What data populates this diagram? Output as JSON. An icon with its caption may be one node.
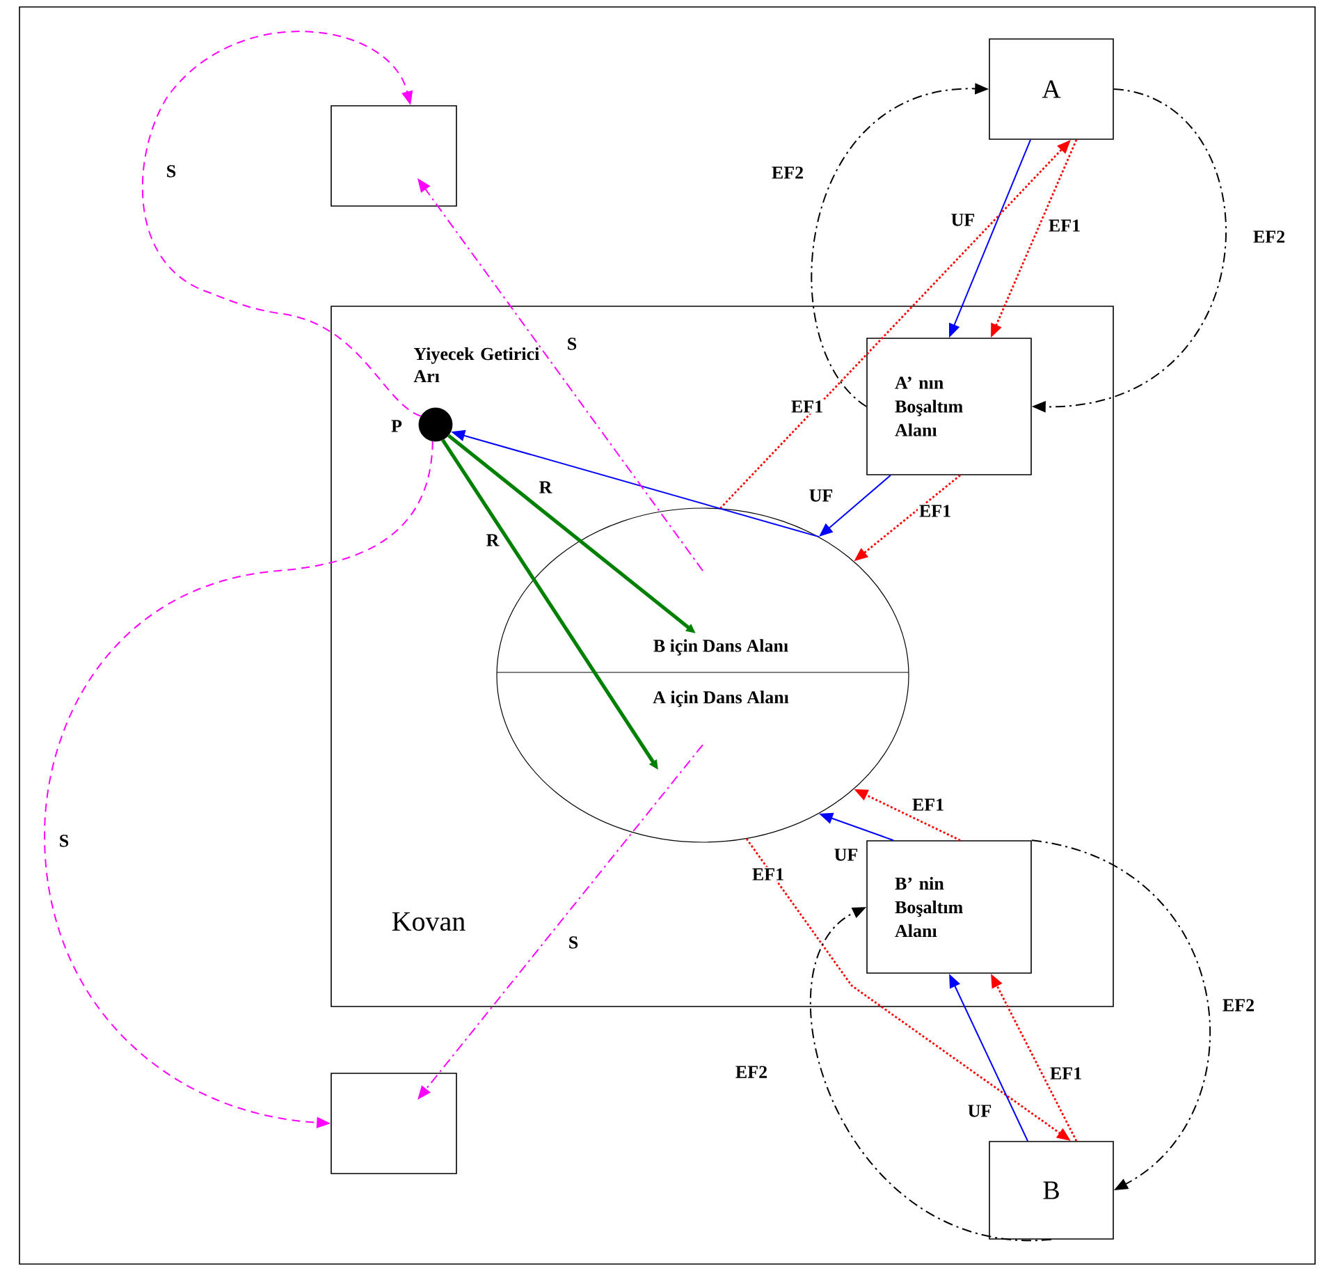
{
  "diagram": {
    "nodes": [
      {
        "text": [
          "Kovan"
        ]
      },
      {
        "text": [],
        "shape": "box"
      },
      {
        "text": [],
        "shape": "box"
      },
      {
        "text": [
          "A"
        ]
      },
      {
        "text": [
          "B"
        ]
      },
      {
        "text": [
          "A’ nın Boşaltım Alanı"
        ],
        "in": 0
      },
      {
        "text": [
          "B’ nin Boşaltım Alanı"
        ],
        "in": 0
      },
      {
        "text": [
          "B için Dans Alanı",
          "A için Dans Alanı"
        ],
        "in": 0
      },
      {
        "text": [],
        "shape": "circle",
        "in": 0,
        "beside": [
          "P",
          "Yiyecek Getirici Arı"
        ]
      }
    ],
    "edges": [
      {
        "from": 3,
        "to": 5,
        "arrow": "to",
        "label": "UF",
        "color": "#0000ff"
      },
      {
        "from": 3,
        "to": 5,
        "arrow": "to",
        "label": "EF1",
        "style": "dashed",
        "color": "#ff0000"
      },
      {
        "from": 7,
        "to": 3,
        "arrow": "to",
        "label": "EF1",
        "style": "dashed",
        "color": "#ff0000"
      },
      {
        "from": 5,
        "to": 3,
        "arrow": "to",
        "label": "EF2",
        "style": "dashed",
        "color": "#000000"
      },
      {
        "from": 3,
        "to": 5,
        "arrow": "to",
        "label": "EF2",
        "style": "dashed",
        "color": "#000000"
      },
      {
        "from": 5,
        "to": 7,
        "arrow": "to",
        "label": "UF",
        "color": "#0000ff"
      },
      {
        "from": 5,
        "to": 7,
        "arrow": "to",
        "label": "EF1",
        "style": "dashed",
        "color": "#ff0000"
      },
      {
        "from": 7,
        "to": 8,
        "arrow": "to",
        "color": "#0000ff"
      },
      {
        "from": 8,
        "to": 7,
        "arrow": "to",
        "label": "R",
        "style": "thick",
        "color": "#008000"
      },
      {
        "from": 8,
        "to": 7,
        "arrow": "to",
        "label": "R",
        "style": "thick",
        "color": "#008000"
      },
      {
        "from": 6,
        "to": 7,
        "arrow": "to",
        "label": "UF",
        "color": "#0000ff"
      },
      {
        "from": 6,
        "to": 7,
        "arrow": "to",
        "label": "EF1",
        "style": "dashed",
        "color": "#ff0000"
      },
      {
        "from": 7,
        "to": 4,
        "arrow": "to",
        "label": "EF1",
        "style": "dashed",
        "color": "#ff0000"
      },
      {
        "from": 4,
        "to": 6,
        "arrow": "to",
        "label": "UF",
        "color": "#0000ff"
      },
      {
        "from": 4,
        "to": 6,
        "arrow": "to",
        "label": "EF1",
        "style": "dashed",
        "color": "#ff0000"
      },
      {
        "from": 4,
        "to": 6,
        "arrow": "to",
        "label": "EF2",
        "style": "dashed",
        "color": "#000000"
      },
      {
        "from": 6,
        "to": 4,
        "arrow": "to",
        "label": "EF2",
        "style": "dashed",
        "color": "#000000"
      },
      {
        "from": 8,
        "to": 1,
        "arrow": "to",
        "label": "S",
        "style": "dashed",
        "color": "#ff00ff"
      },
      {
        "from": 8,
        "to": 2,
        "arrow": "to",
        "label": "S",
        "style": "dashed",
        "color": "#ff00ff"
      },
      {
        "from": 7,
        "to": 1,
        "arrow": "to",
        "label": "S",
        "style": "dashed",
        "color": "#ff00ff"
      },
      {
        "from": 7,
        "to": 2,
        "arrow": "to",
        "label": "S",
        "style": "dashed",
        "color": "#ff00ff"
      }
    ]
  }
}
